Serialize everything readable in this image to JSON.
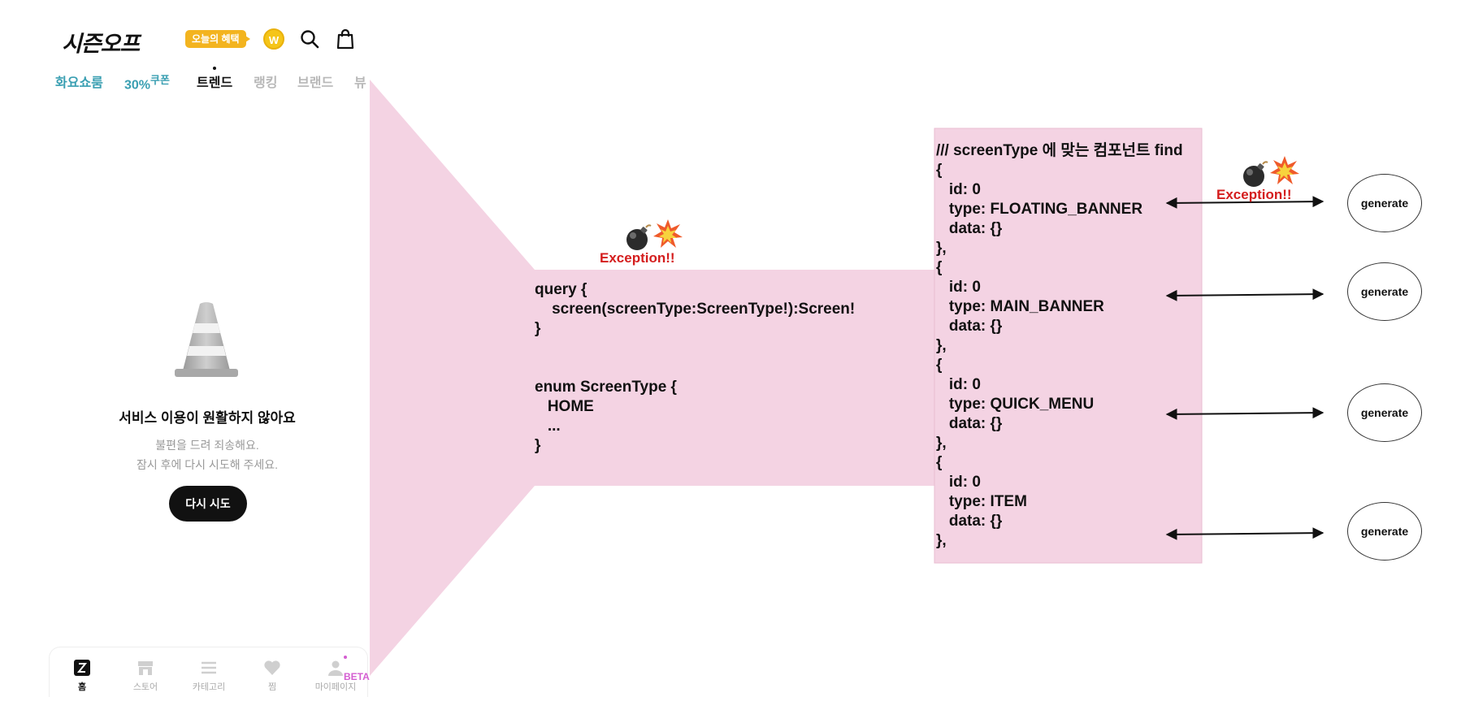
{
  "app": {
    "logo": "시즌오프",
    "benefit_badge": "오늘의 혜택",
    "coin_symbol": "W",
    "accent_color": "#3a9fb2",
    "badge_color": "#f3b41f"
  },
  "nav_tabs": [
    {
      "label": "화요쇼룸",
      "style": "teal"
    },
    {
      "label": "30%",
      "sup": "쿠폰",
      "style": "teal"
    },
    {
      "label": "트렌드",
      "style": "active"
    },
    {
      "label": "랭킹",
      "style": "inactive"
    },
    {
      "label": "브랜드",
      "style": "inactive"
    },
    {
      "label": "뷰",
      "style": "inactive"
    }
  ],
  "empty_state": {
    "title": "서비스 이용이 원활하지 않아요",
    "line1": "불편을 드려 죄송해요.",
    "line2": "잠시 후에 다시 시도해 주세요.",
    "retry_label": "다시 시도"
  },
  "bottom_nav": {
    "items": [
      {
        "label": "홈",
        "icon": "home-z-icon"
      },
      {
        "label": "스토어",
        "icon": "store-icon"
      },
      {
        "label": "카테고리",
        "icon": "menu-icon"
      },
      {
        "label": "찜",
        "icon": "heart-icon"
      },
      {
        "label": "마이페이지",
        "icon": "person-icon"
      }
    ],
    "beta": "BETA"
  },
  "diagram": {
    "highlight_color": "#f4d3e3",
    "exception_color": "#d41d1d",
    "query_code": "query {\n    screen(screenType:ScreenType!):Screen!\n}\n\n\nenum ScreenType {\n   HOME\n   ...\n}",
    "component_code": "/// screenType 에 맞는 컴포넌트 find\n{\n   id: 0\n   type: FLOATING_BANNER\n   data: {}\n},\n{\n   id: 0\n   type: MAIN_BANNER\n   data: {}\n},\n{\n   id: 0\n   type: QUICK_MENU\n   data: {}\n},\n{\n   id: 0\n   type: ITEM\n   data: {}\n},",
    "exception_label": "Exception!!",
    "generate_label": "generate"
  }
}
